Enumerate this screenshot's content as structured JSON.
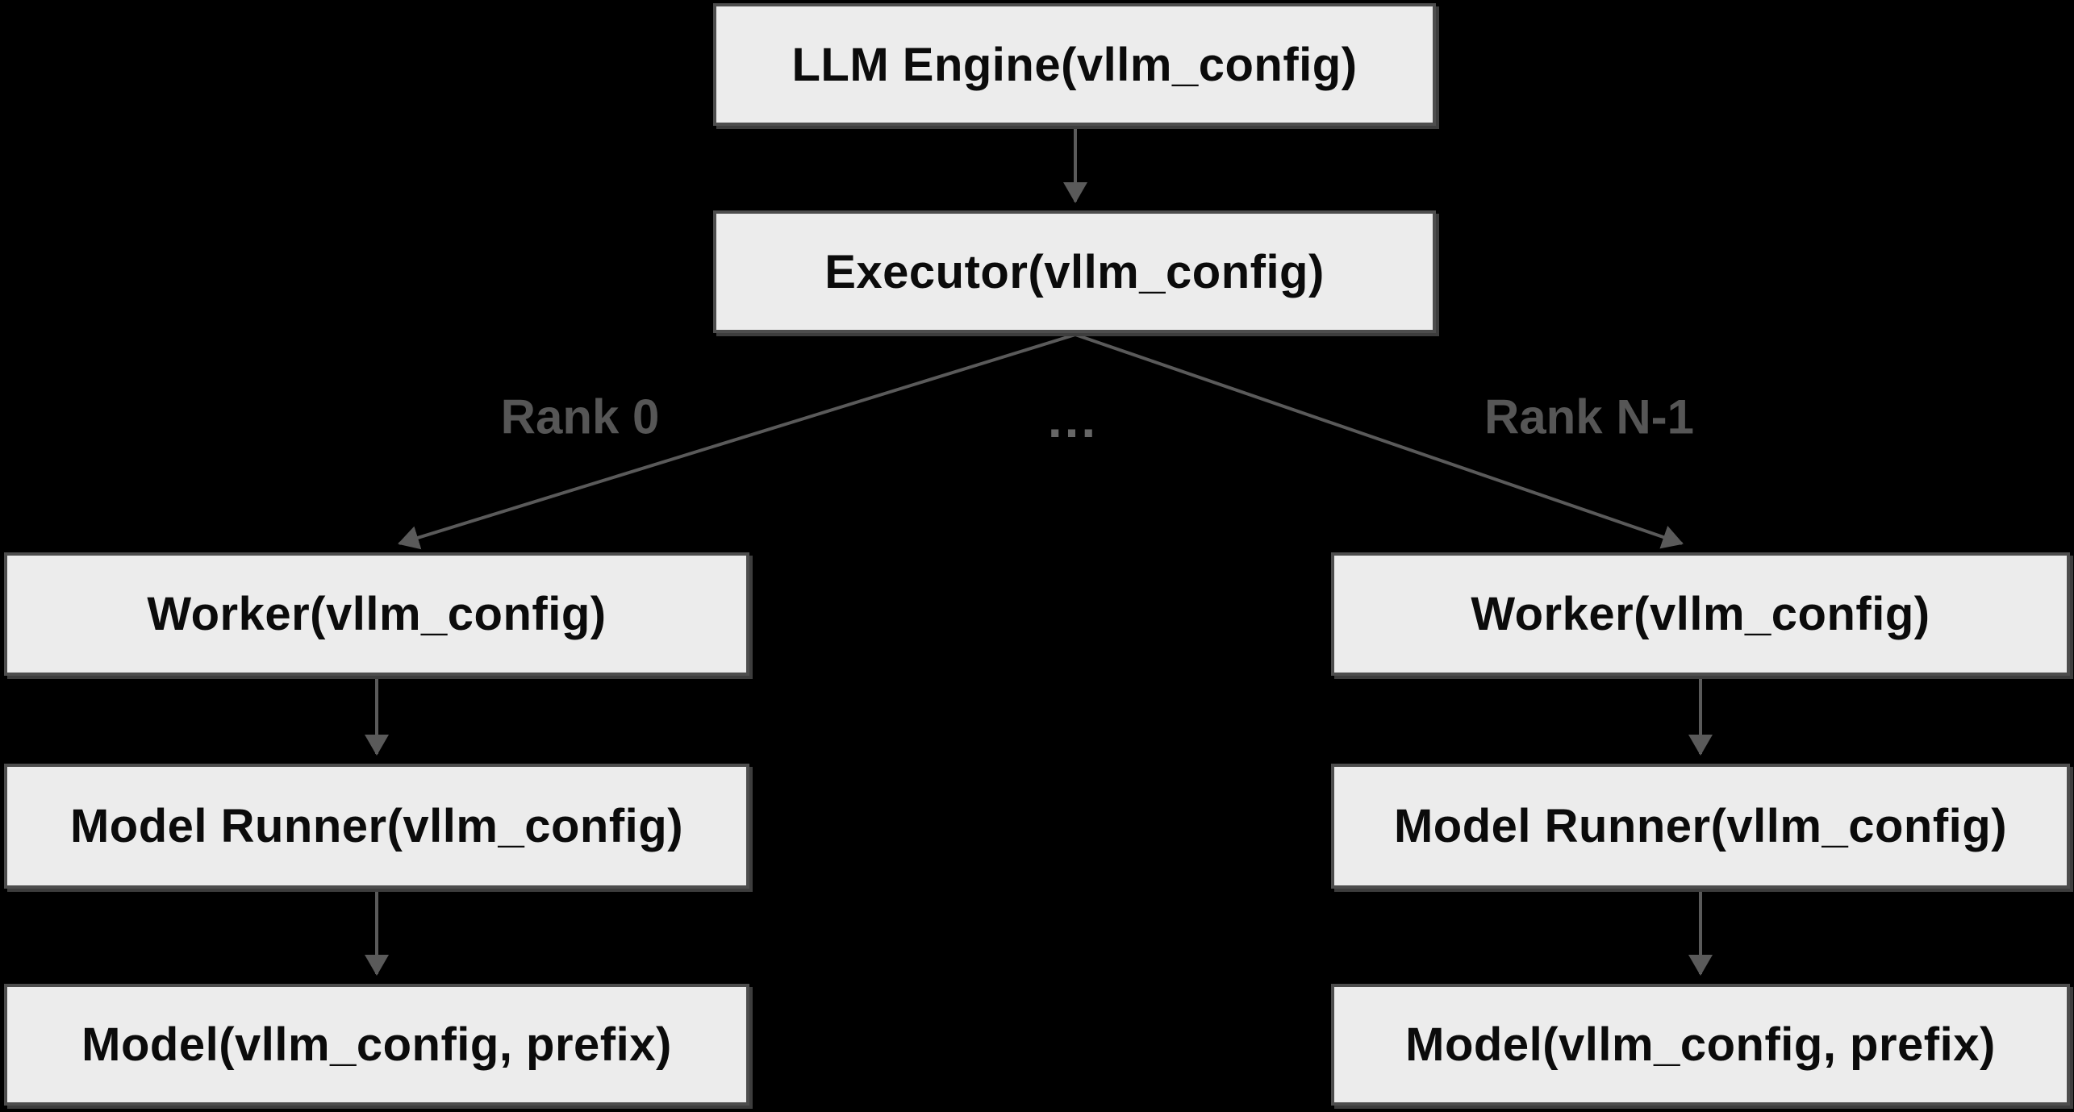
{
  "theme": {
    "background": "#000000",
    "node_fill": "#ececec",
    "node_border": "#4d4d4d",
    "node_text": "#0b0b0b",
    "arrow": "#5a5a5a",
    "edge_label": "#565656",
    "ellipsis": "#666666",
    "shadow": "#3d3d3d"
  },
  "nodes": {
    "llm_engine": {
      "label": "LLM Engine(vllm_config)"
    },
    "executor": {
      "label": "Executor(vllm_config)"
    },
    "worker_rank0": {
      "label": "Worker(vllm_config)"
    },
    "model_runner_rank0": {
      "label": "Model Runner(vllm_config)"
    },
    "model_rank0": {
      "label": "Model(vllm_config, prefix)"
    },
    "worker_rankn": {
      "label": "Worker(vllm_config)"
    },
    "model_runner_rankn": {
      "label": "Model Runner(vllm_config)"
    },
    "model_rankn": {
      "label": "Model(vllm_config, prefix)"
    }
  },
  "edge_labels": {
    "rank0": "Rank 0",
    "ellipsis": "...",
    "rankn": "Rank N-1"
  }
}
